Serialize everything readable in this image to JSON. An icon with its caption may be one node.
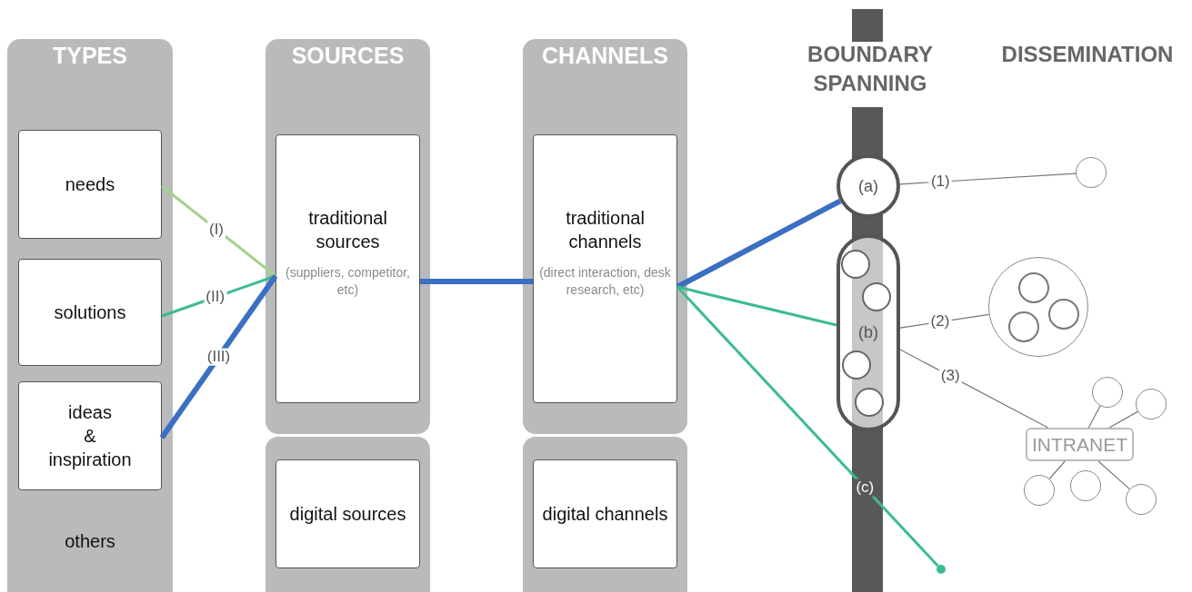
{
  "diagram": {
    "nodes": [
      {
        "text": [
          "TYPES",
          "others"
        ]
      },
      {
        "text": [
          "needs"
        ],
        "in": 0
      },
      {
        "text": [
          "solutions"
        ],
        "in": 0
      },
      {
        "text": [
          "ideas & inspiration"
        ],
        "in": 0
      },
      {
        "text": [
          "SOURCES"
        ]
      },
      {
        "text": [
          "traditional sources",
          "(suppliers, competitor, etc)"
        ],
        "in": 4
      },
      {
        "text": [],
        "shape": "box"
      },
      {
        "text": [
          "digital sources"
        ],
        "in": 6
      },
      {
        "text": [
          "CHANNELS"
        ]
      },
      {
        "text": [
          "traditional channels",
          "(direct interaction, desk research, etc)"
        ],
        "in": 8
      },
      {
        "text": [],
        "shape": "box"
      },
      {
        "text": [
          "digital channels"
        ],
        "in": 10
      },
      {
        "text": [
          "(a)"
        ]
      },
      {
        "text": [
          "(b)"
        ]
      },
      {
        "text": [],
        "shape": "circle",
        "in": 13
      },
      {
        "text": [],
        "shape": "circle",
        "in": 13
      },
      {
        "text": [],
        "shape": "circle",
        "in": 13
      },
      {
        "text": [],
        "shape": "circle",
        "in": 13
      },
      {
        "text": [],
        "shape": "circle"
      },
      {
        "text": [],
        "shape": "circle"
      },
      {
        "text": [],
        "shape": "circle"
      },
      {
        "text": [],
        "shape": "circle",
        "in": 20
      },
      {
        "text": [],
        "shape": "circle",
        "in": 20
      },
      {
        "text": [],
        "shape": "circle",
        "in": 20
      },
      {
        "text": [
          "INTRANET"
        ]
      },
      {
        "text": [],
        "shape": "circle"
      },
      {
        "text": [],
        "shape": "circle"
      },
      {
        "text": [],
        "shape": "circle"
      },
      {
        "text": [],
        "shape": "circle"
      },
      {
        "text": [],
        "shape": "circle"
      }
    ],
    "edges": [
      {
        "from": 1,
        "to": 5,
        "arrow": "none",
        "label": "(I)",
        "color": "#a5d18a"
      },
      {
        "from": 2,
        "to": 5,
        "arrow": "none",
        "label": "(II)",
        "color": "#3dbb8f"
      },
      {
        "from": 3,
        "to": 5,
        "arrow": "none",
        "label": "(III)",
        "style": "thick",
        "color": "#3a6fc2"
      },
      {
        "from": 5,
        "to": 9,
        "arrow": "none",
        "style": "thick",
        "color": "#3a6fc2"
      },
      {
        "from": 9,
        "to": 12,
        "arrow": "none",
        "style": "thick",
        "color": "#3a6fc2"
      },
      {
        "from": 9,
        "to": 13,
        "arrow": "none",
        "color": "#3dbb8f"
      },
      {
        "from": 9,
        "to": 18,
        "arrow": "none",
        "label": "(c)",
        "color": "#3dbb8f"
      },
      {
        "from": 12,
        "to": 19,
        "arrow": "none",
        "label": "(1)"
      },
      {
        "from": 13,
        "to": 20,
        "arrow": "none",
        "label": "(2)"
      },
      {
        "from": 13,
        "to": 24,
        "arrow": "none",
        "label": "(3)"
      },
      {
        "from": 24,
        "to": 25,
        "arrow": "none"
      },
      {
        "from": 24,
        "to": 26,
        "arrow": "none"
      },
      {
        "from": 24,
        "to": 27,
        "arrow": "none"
      },
      {
        "from": 24,
        "to": 29,
        "arrow": "none"
      }
    ],
    "labels": [
      "BOUNDARY SPANNING",
      "DISSEMINATION"
    ]
  }
}
